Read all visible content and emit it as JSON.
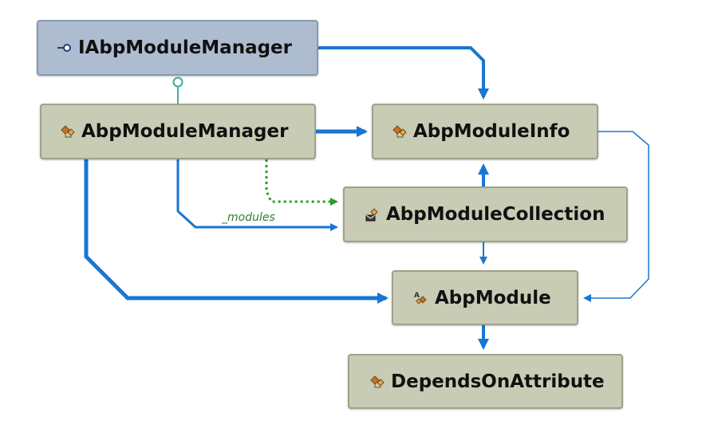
{
  "diagram": {
    "nodes": {
      "iabp_module_manager": {
        "label": "IAbpModuleManager",
        "kind": "interface",
        "icon": "interface-icon"
      },
      "abp_module_manager": {
        "label": "AbpModuleManager",
        "kind": "class",
        "icon": "class-icon"
      },
      "abp_module_info": {
        "label": "AbpModuleInfo",
        "kind": "class",
        "icon": "class-icon"
      },
      "abp_module_collection": {
        "label": "AbpModuleCollection",
        "kind": "class",
        "icon": "sealed-class-icon"
      },
      "abp_module": {
        "label": "AbpModule",
        "kind": "abstract-class",
        "icon": "abstract-class-icon"
      },
      "depends_on_attribute": {
        "label": "DependsOnAttribute",
        "kind": "class",
        "icon": "class-icon"
      }
    },
    "edges": {
      "modules_field": {
        "label": "_modules"
      }
    },
    "colors": {
      "association": "#1976d2",
      "dependency": "#2e9b2e",
      "interface_lollipop": "#3aaea0",
      "class_fill": "#c8ccb5",
      "interface_fill": "#aebcd0"
    }
  }
}
